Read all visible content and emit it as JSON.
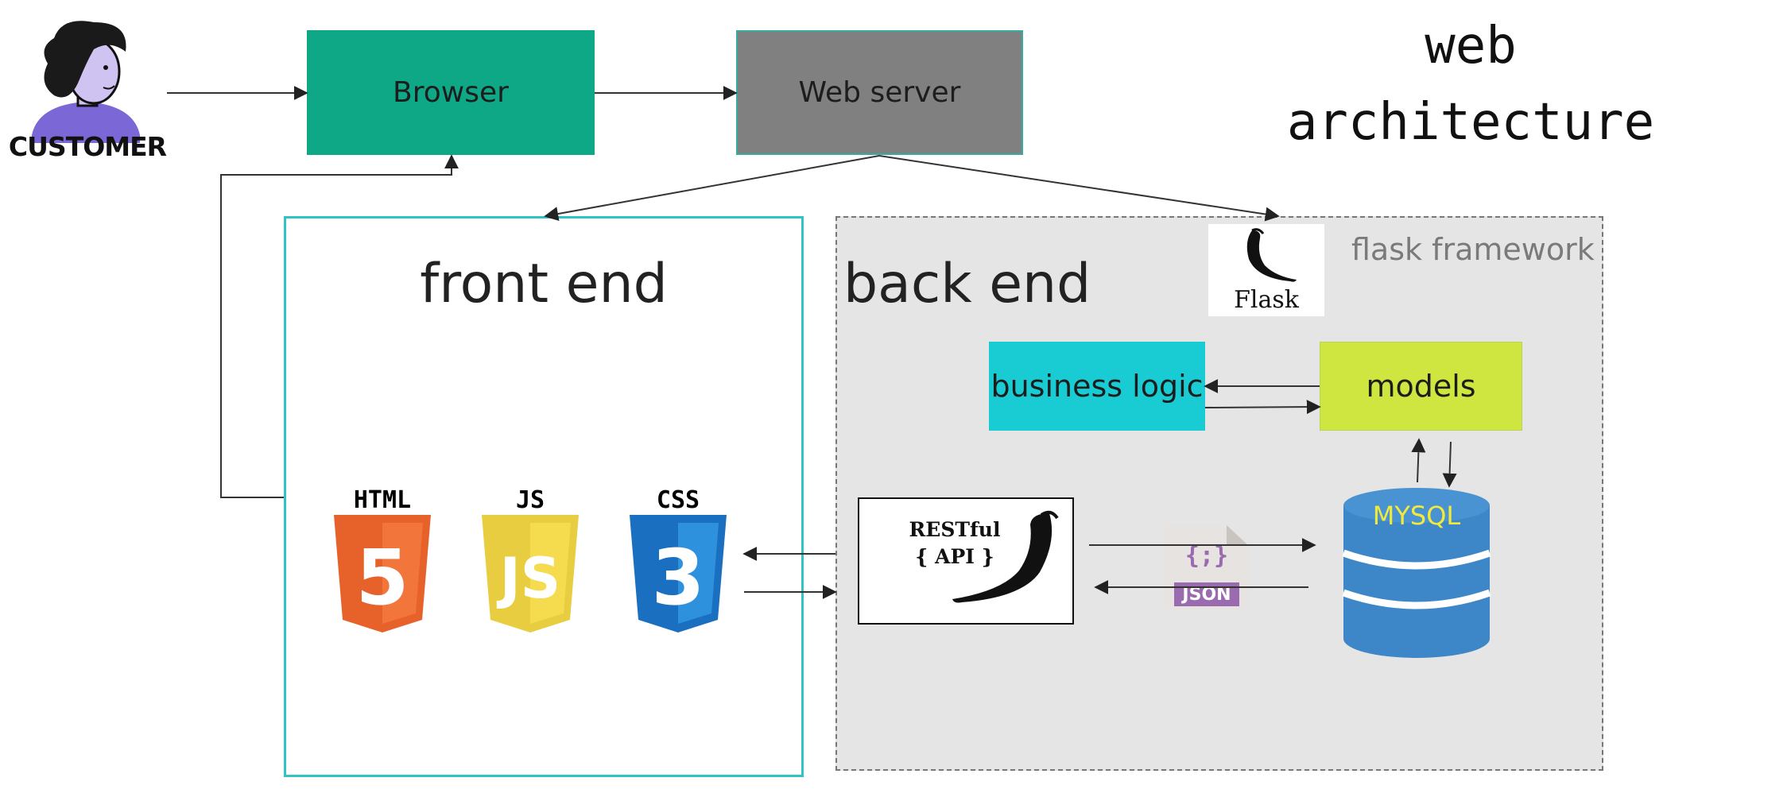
{
  "title": {
    "line1": "web",
    "line2": "architecture"
  },
  "customer": {
    "label": "CUSTOMER"
  },
  "nodes": {
    "browser": "Browser",
    "web_server": "Web server",
    "business_logic": "business logic",
    "models": "models",
    "mysql": "MYSQL"
  },
  "frontend": {
    "title": "front end",
    "technologies": [
      {
        "label": "HTML",
        "glyph": "5",
        "color": "#e7612b"
      },
      {
        "label": "JS",
        "glyph": "JS",
        "color": "#e8cd41"
      },
      {
        "label": "CSS",
        "glyph": "3",
        "color": "#1b6fc0"
      }
    ]
  },
  "backend": {
    "title": "back end",
    "framework_label": "flask framework",
    "flask_logo_text": "Flask",
    "api_line1": "RESTful",
    "api_line2": "{ API }",
    "json_glyph": "{;}",
    "json_label": "JSON"
  },
  "colors": {
    "browser": "#0ea887",
    "web_server": "#808080",
    "frontend_border": "#2ec4c4",
    "backend_fill": "#e5e5e5",
    "business_logic": "#19ccd4",
    "models": "#cee63f",
    "mysql": "#3d87c8",
    "json": "#9b6bb0"
  },
  "icons": [
    "customer-avatar-icon",
    "flask-horn-icon",
    "html5-icon",
    "javascript-icon",
    "css3-icon",
    "json-file-icon",
    "database-icon"
  ]
}
